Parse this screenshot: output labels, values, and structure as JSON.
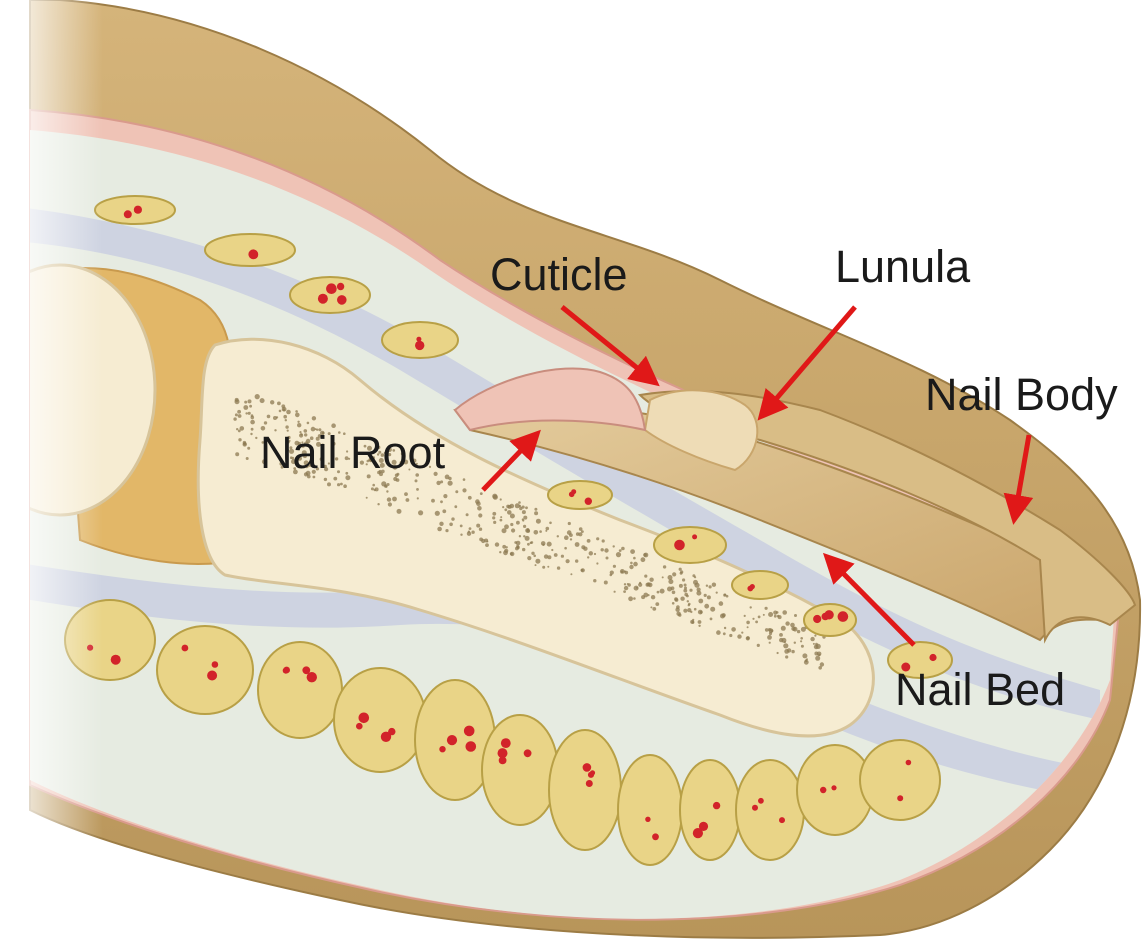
{
  "diagram": {
    "labels": {
      "cuticle": "Cuticle",
      "lunula": "Lunula",
      "nail_body": "Nail Body",
      "nail_root": "Nail Root",
      "nail_bed": "Nail Bed"
    },
    "colors": {
      "background": "#ffffff",
      "skin": "#c8a56b",
      "skin_shadow": "#a88548",
      "dermis": "#efc3b6",
      "fat_tissue": "#e9d487",
      "fat_outline": "#b8a046",
      "blood_dots": "#d2232a",
      "bone": "#f6ecd2",
      "bone_marrow": "#8c7a52",
      "ligament": "#c9cfe0",
      "cartilage": "#f2dcb6",
      "joint_yellow": "#e2b768",
      "connective": "#e6ebe1",
      "nail": "#dcc08d",
      "arrow": "#e01818",
      "text": "#1a1a1a"
    }
  }
}
